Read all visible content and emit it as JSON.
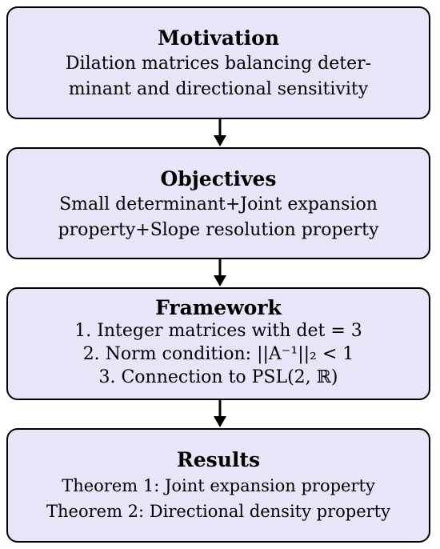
{
  "boxes": [
    {
      "title": "Motivation",
      "lines": [
        "Dilation matrices balancing deter-",
        "minant and directional sensitivity"
      ]
    },
    {
      "title": "Objectives",
      "lines": [
        "Small determinant+Joint expansion",
        "property+Slope resolution property"
      ]
    },
    {
      "title": "Framework",
      "lines": [
        "1. Integer matrices with det = 3",
        "2. Norm condition: ||A⁻¹||₂ < 1",
        "3. Connection to PSL(2, ℝ)"
      ]
    },
    {
      "title": "Results",
      "lines": [
        "Theorem 1: Joint expansion property",
        "Theorem 2: Directional density property"
      ]
    }
  ],
  "colors": {
    "box_fill": "#e6e6f8",
    "border": "#000000"
  }
}
